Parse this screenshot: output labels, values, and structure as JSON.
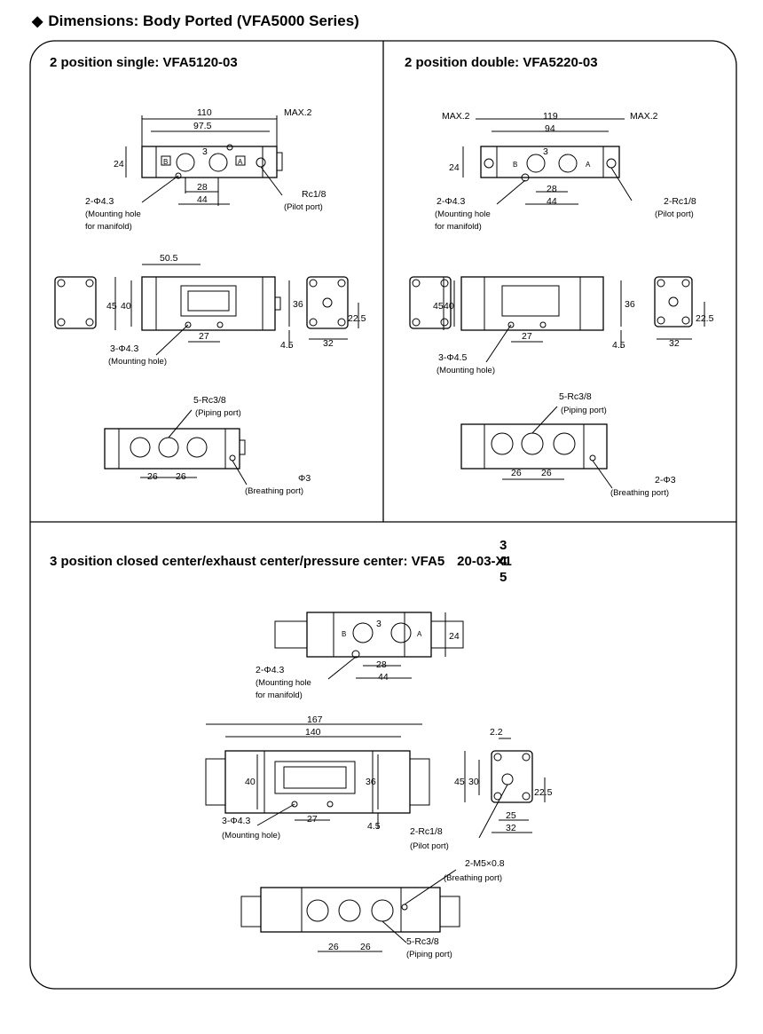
{
  "header": {
    "title": "Dimensions: Body Ported (VFA5000 Series)"
  },
  "sections": {
    "single": {
      "title": "2 position single: VFA5120-03",
      "top_dims": [
        "110",
        "97.5",
        "MAX.2",
        "24",
        "3",
        "28",
        "44"
      ],
      "port_letters": [
        "B",
        "A"
      ],
      "callouts": {
        "mounting_manifold": "2-Φ4.3",
        "mounting_manifold_note1": "(Mounting hole",
        "mounting_manifold_note2": "for manifold)",
        "pilot": "Rc1/8",
        "pilot_note": "(Pilot port)"
      },
      "front_dims": [
        "50.5",
        "45",
        "40",
        "36",
        "27",
        "4.5"
      ],
      "front_callout": {
        "label": "3-Φ4.3",
        "note": "(Mounting hole)"
      },
      "side_dims": [
        "22.5",
        "32"
      ],
      "bottom_callouts": {
        "piping": "5-Rc3/8",
        "piping_note": "(Piping port)",
        "breathing": "Φ3",
        "breathing_note": "(Breathing port)"
      },
      "bottom_dims": [
        "26",
        "26"
      ]
    },
    "double": {
      "title": "2 position double: VFA5220-03",
      "top_dims": [
        "MAX.2",
        "119",
        "MAX.2",
        "94",
        "24",
        "3",
        "28",
        "44"
      ],
      "port_letters": [
        "B",
        "A"
      ],
      "callouts": {
        "mounting_manifold": "2-Φ4.3",
        "mounting_manifold_note1": "(Mounting hole",
        "mounting_manifold_note2": "for manifold)",
        "pilot": "2-Rc1/8",
        "pilot_note": "(Pilot port)"
      },
      "front_dims": [
        "45",
        "40",
        "36",
        "27",
        "4.5"
      ],
      "front_callout": {
        "label": "3-Φ4.5",
        "note": "(Mounting hole)"
      },
      "side_dims": [
        "22.5",
        "32"
      ],
      "bottom_callouts": {
        "piping": "5-Rc3/8",
        "piping_note": "(Piping port)",
        "breathing": "2-Φ3",
        "breathing_note": "(Breathing port)"
      },
      "bottom_dims": [
        "26",
        "26"
      ]
    },
    "three": {
      "title": "3 position closed center/exhaust center/pressure center: VFA5",
      "title_suffix": "20-03-X1",
      "title_digits": [
        "3",
        "4",
        "5"
      ],
      "top_dims": [
        "3",
        "24",
        "28",
        "44"
      ],
      "port_letters": [
        "B",
        "A"
      ],
      "callouts": {
        "mounting_manifold": "2-Φ4.3",
        "mounting_manifold_note1": "(Mounting hole",
        "mounting_manifold_note2": "for manifold)"
      },
      "front_dims": [
        "167",
        "140",
        "40",
        "36",
        "27",
        "4.5"
      ],
      "front_callout": {
        "label": "3-Φ4.3",
        "note": "(Mounting hole)"
      },
      "side_dims": [
        "2.2",
        "45",
        "30",
        "22.5",
        "25",
        "32"
      ],
      "side_callout": {
        "label": "2-Rc1/8",
        "note": "(Pilot port)"
      },
      "bottom_callouts": {
        "breathing": "2-M5×0.8",
        "breathing_note": "(Breathing port)",
        "piping": "5-Rc3/8",
        "piping_note": "(Piping port)"
      },
      "bottom_dims": [
        "26",
        "26"
      ]
    }
  }
}
